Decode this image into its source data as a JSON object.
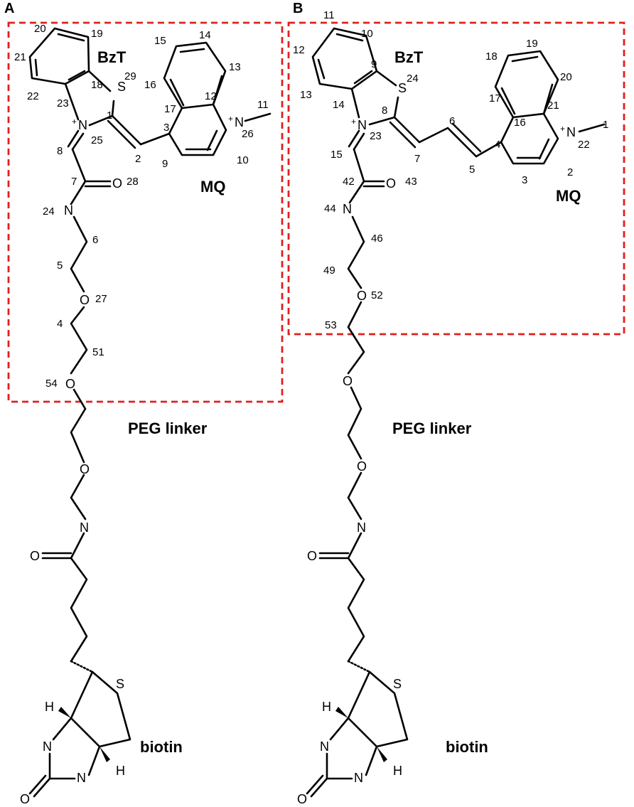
{
  "panels": [
    {
      "id": "A",
      "label": "A",
      "labels": {
        "bzt": "BzT",
        "mq": "MQ",
        "peg": "PEG linker",
        "biotin": "biotin"
      },
      "atoms": {
        "S": "S",
        "N": "N",
        "O": "O",
        "H": "H",
        "plus": "+"
      },
      "numbers": [
        "1",
        "2",
        "3",
        "4",
        "5",
        "6",
        "7",
        "8",
        "9",
        "10",
        "11",
        "12",
        "13",
        "14",
        "15",
        "16",
        "17",
        "18",
        "19",
        "20",
        "21",
        "22",
        "23",
        "24",
        "25",
        "26",
        "27",
        "28",
        "29",
        "51",
        "54"
      ]
    },
    {
      "id": "B",
      "label": "B",
      "labels": {
        "bzt": "BzT",
        "mq": "MQ",
        "peg": "PEG linker",
        "biotin": "biotin"
      },
      "atoms": {
        "S": "S",
        "N": "N",
        "O": "O",
        "H": "H",
        "plus": "+"
      },
      "numbers": [
        "1",
        "2",
        "3",
        "4",
        "5",
        "6",
        "7",
        "8",
        "9",
        "10",
        "11",
        "12",
        "13",
        "14",
        "15",
        "16",
        "17",
        "18",
        "19",
        "20",
        "21",
        "22",
        "23",
        "24",
        "42",
        "43",
        "44",
        "46",
        "49",
        "52",
        "53"
      ]
    }
  ],
  "colors": {
    "box": "#e02020",
    "ink": "#000000"
  }
}
